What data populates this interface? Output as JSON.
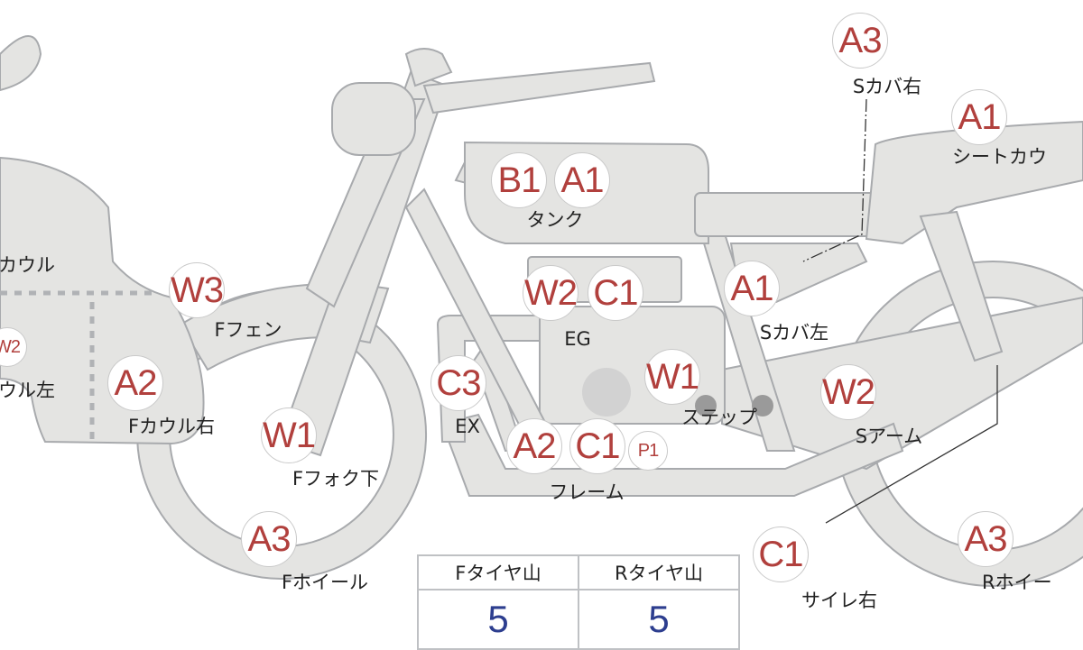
{
  "colors": {
    "part_fill": "#e4e4e2",
    "part_stroke": "#a8aaad",
    "grade_text": "#b1403d",
    "value_text": "#2d3e8f"
  },
  "parts": [
    {
      "grade": "A3",
      "label": "Sカバ右"
    },
    {
      "grade": "A1",
      "label": "シートカウ"
    },
    {
      "grades": [
        "B1",
        "A1"
      ],
      "label": "タンク"
    },
    {
      "grade": "W3",
      "label": "Fフェン"
    },
    {
      "grades": [
        "W2",
        "C1"
      ],
      "label": "EG"
    },
    {
      "grade": "A1",
      "label": "Sカバ左"
    },
    {
      "label": "カウル"
    },
    {
      "grade": "W2",
      "label": "ウル左"
    },
    {
      "grade": "A2",
      "label": "Fカウル右"
    },
    {
      "grade": "W1",
      "label": "Fフォク下"
    },
    {
      "grade": "C3",
      "label": "EX"
    },
    {
      "grade": "W1",
      "label": "ステップ"
    },
    {
      "grade": "W2",
      "label": "Sアーム"
    },
    {
      "grades": [
        "A2",
        "C1",
        "P1"
      ],
      "label": "フレーム"
    },
    {
      "grade": "A3",
      "label": "Fホイール"
    },
    {
      "grade": "C1",
      "label": "サイレ右"
    },
    {
      "grade": "A3",
      "label": "Rホイー"
    }
  ],
  "tire_table": {
    "headers": [
      "Fタイヤ山",
      "Rタイヤ山"
    ],
    "values": [
      "5",
      "5"
    ]
  }
}
